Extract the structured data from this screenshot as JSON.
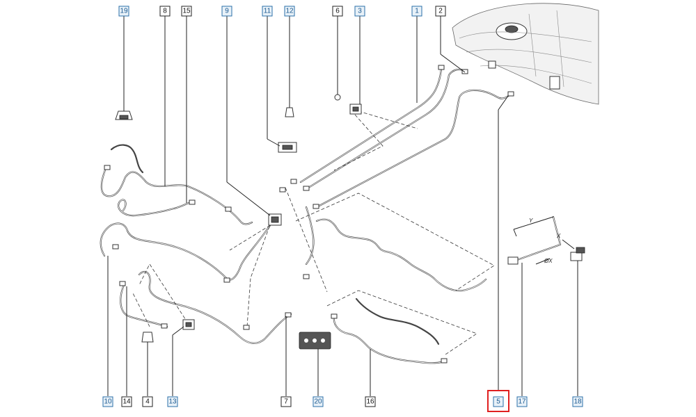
{
  "callouts": {
    "c19": "19",
    "c8": "8",
    "c15": "15",
    "c9": "9",
    "c11": "11",
    "c12": "12",
    "c6": "6",
    "c3": "3",
    "c1": "1",
    "c2": "2",
    "c10": "10",
    "c14": "14",
    "c4": "4",
    "c13": "13",
    "c7": "7",
    "c20": "20",
    "c16": "16",
    "c5": "5",
    "c17": "17",
    "c18": "18"
  },
  "dimensions": {
    "y": "Y",
    "x": "X",
    "diameter": "ØX"
  },
  "highlighted_callout": "5",
  "colors": {
    "highlight": "#e02020",
    "blue_callout": "#2a6fa8"
  }
}
